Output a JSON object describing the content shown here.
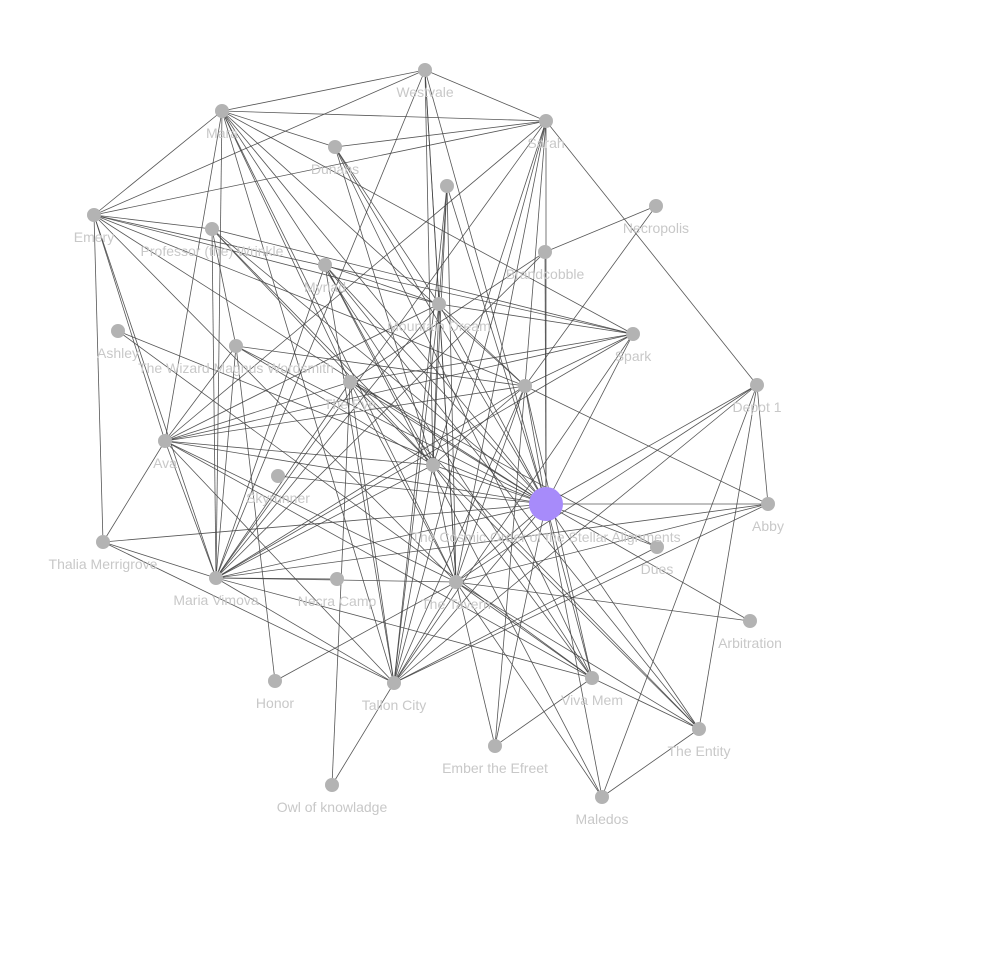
{
  "colors": {
    "node": "#b3b3b3",
    "focus_node": "#a78bfa",
    "edge": "#444444",
    "label": "#c8c8c8",
    "background": "#ffffff"
  },
  "focus_node_id": "center",
  "nodes": [
    {
      "id": "westvale",
      "label": "Westvale"
    },
    {
      "id": "mara",
      "label": "Mara"
    },
    {
      "id": "sarah",
      "label": "Sarah"
    },
    {
      "id": "dunans",
      "label": "Dunans"
    },
    {
      "id": "nameless",
      "label": ""
    },
    {
      "id": "necropolis",
      "label": "Necropolis"
    },
    {
      "id": "emery",
      "label": "Emery"
    },
    {
      "id": "professor",
      "label": "Professor (the) Wrinkle"
    },
    {
      "id": "cobblestone",
      "label": "Brandcobble"
    },
    {
      "id": "myriad",
      "label": "Myriad"
    },
    {
      "id": "mountain",
      "label": "Mountain Dream"
    },
    {
      "id": "spark",
      "label": "Spark"
    },
    {
      "id": "ashley",
      "label": "Ashley"
    },
    {
      "id": "wizard",
      "label": "The Wizard Magnus Wordsmith"
    },
    {
      "id": "theeye",
      "label": "The Eye"
    },
    {
      "id": "bob",
      "label": ""
    },
    {
      "id": "depot",
      "label": "Depot 1"
    },
    {
      "id": "ava",
      "label": "Ava"
    },
    {
      "id": "vane",
      "label": ""
    },
    {
      "id": "skyrunner",
      "label": "Skyrunner"
    },
    {
      "id": "center",
      "label": "The Cosmic Order of the Stellar Alignments"
    },
    {
      "id": "abby",
      "label": "Abby"
    },
    {
      "id": "thalia",
      "label": "Thalia Merrigrove"
    },
    {
      "id": "dues",
      "label": "Dues"
    },
    {
      "id": "maria",
      "label": "Maria Vimova"
    },
    {
      "id": "necracamp",
      "label": "Necra Camp"
    },
    {
      "id": "tavern",
      "label": "The Tavern"
    },
    {
      "id": "arbitration",
      "label": "Arbitration"
    },
    {
      "id": "honor",
      "label": "Honor"
    },
    {
      "id": "talloncity",
      "label": "Tallon City"
    },
    {
      "id": "vivamem",
      "label": "Viva Mem"
    },
    {
      "id": "entity",
      "label": "The Entity"
    },
    {
      "id": "ember",
      "label": "Ember the Efreet"
    },
    {
      "id": "owl",
      "label": "Owl of knowladge"
    },
    {
      "id": "maledos",
      "label": "Maledos"
    }
  ],
  "edges": [
    [
      "westvale",
      "mara"
    ],
    [
      "westvale",
      "sarah"
    ],
    [
      "westvale",
      "emery"
    ],
    [
      "westvale",
      "mountain"
    ],
    [
      "westvale",
      "tavern"
    ],
    [
      "westvale",
      "center"
    ],
    [
      "westvale",
      "vane"
    ],
    [
      "westvale",
      "maria"
    ],
    [
      "mara",
      "sarah"
    ],
    [
      "mara",
      "emery"
    ],
    [
      "mara",
      "ava"
    ],
    [
      "mara",
      "maria"
    ],
    [
      "mara",
      "talloncity"
    ],
    [
      "mara",
      "center"
    ],
    [
      "mara",
      "tavern"
    ],
    [
      "mara",
      "bob"
    ],
    [
      "mara",
      "spark"
    ],
    [
      "mara",
      "theeye"
    ],
    [
      "mara",
      "vivamem"
    ],
    [
      "mara",
      "dunans"
    ],
    [
      "sarah",
      "emery"
    ],
    [
      "sarah",
      "dunans"
    ],
    [
      "sarah",
      "ava"
    ],
    [
      "sarah",
      "maria"
    ],
    [
      "sarah",
      "tavern"
    ],
    [
      "sarah",
      "center"
    ],
    [
      "sarah",
      "talloncity"
    ],
    [
      "sarah",
      "bob"
    ],
    [
      "sarah",
      "vane"
    ],
    [
      "dunans",
      "mountain"
    ],
    [
      "dunans",
      "vane"
    ],
    [
      "dunans",
      "center"
    ],
    [
      "dunans",
      "vivamem"
    ],
    [
      "nameless",
      "mountain"
    ],
    [
      "nameless",
      "center"
    ],
    [
      "nameless",
      "tavern"
    ],
    [
      "nameless",
      "talloncity"
    ],
    [
      "nameless",
      "vane"
    ],
    [
      "necropolis",
      "cobblestone"
    ],
    [
      "necropolis",
      "bob"
    ],
    [
      "emery",
      "professor"
    ],
    [
      "emery",
      "ava"
    ],
    [
      "emery",
      "maria"
    ],
    [
      "emery",
      "bob"
    ],
    [
      "emery",
      "center"
    ],
    [
      "emery",
      "mountain"
    ],
    [
      "emery",
      "spark"
    ],
    [
      "emery",
      "thalia"
    ],
    [
      "emery",
      "tavern"
    ],
    [
      "professor",
      "wizard"
    ],
    [
      "professor",
      "vane"
    ],
    [
      "professor",
      "center"
    ],
    [
      "professor",
      "maria"
    ],
    [
      "professor",
      "spark"
    ],
    [
      "professor",
      "entity"
    ],
    [
      "cobblestone",
      "theeye"
    ],
    [
      "cobblestone",
      "center"
    ],
    [
      "cobblestone",
      "maria"
    ],
    [
      "myriad",
      "vane"
    ],
    [
      "myriad",
      "center"
    ],
    [
      "myriad",
      "mountain"
    ],
    [
      "myriad",
      "talloncity"
    ],
    [
      "myriad",
      "maria"
    ],
    [
      "myriad",
      "entity"
    ],
    [
      "myriad",
      "maledos"
    ],
    [
      "mountain",
      "spark"
    ],
    [
      "mountain",
      "vane"
    ],
    [
      "mountain",
      "center"
    ],
    [
      "mountain",
      "tavern"
    ],
    [
      "mountain",
      "maria"
    ],
    [
      "mountain",
      "ava"
    ],
    [
      "mountain",
      "talloncity"
    ],
    [
      "mountain",
      "bob"
    ],
    [
      "spark",
      "bob"
    ],
    [
      "spark",
      "ava"
    ],
    [
      "spark",
      "maria"
    ],
    [
      "spark",
      "theeye"
    ],
    [
      "spark",
      "talloncity"
    ],
    [
      "spark",
      "center"
    ],
    [
      "ashley",
      "center"
    ],
    [
      "ashley",
      "vivamem"
    ],
    [
      "wizard",
      "ava"
    ],
    [
      "wizard",
      "maria"
    ],
    [
      "wizard",
      "bob"
    ],
    [
      "wizard",
      "honor"
    ],
    [
      "wizard",
      "vane"
    ],
    [
      "wizard",
      "center"
    ],
    [
      "theeye",
      "ava"
    ],
    [
      "theeye",
      "maria"
    ],
    [
      "theeye",
      "tavern"
    ],
    [
      "theeye",
      "dues"
    ],
    [
      "theeye",
      "center"
    ],
    [
      "theeye",
      "talloncity"
    ],
    [
      "theeye",
      "vane"
    ],
    [
      "theeye",
      "owl"
    ],
    [
      "bob",
      "maria"
    ],
    [
      "bob",
      "ava"
    ],
    [
      "bob",
      "vane"
    ],
    [
      "bob",
      "center"
    ],
    [
      "bob",
      "talloncity"
    ],
    [
      "bob",
      "ember"
    ],
    [
      "bob",
      "abby"
    ],
    [
      "bob",
      "tavern"
    ],
    [
      "bob",
      "vivamem"
    ],
    [
      "depot",
      "center"
    ],
    [
      "depot",
      "abby"
    ],
    [
      "depot",
      "tavern"
    ],
    [
      "depot",
      "entity"
    ],
    [
      "depot",
      "sarah"
    ],
    [
      "depot",
      "talloncity"
    ],
    [
      "depot",
      "maledos"
    ],
    [
      "ava",
      "maria"
    ],
    [
      "ava",
      "center"
    ],
    [
      "ava",
      "vane"
    ],
    [
      "ava",
      "tavern"
    ],
    [
      "ava",
      "thalia"
    ],
    [
      "ava",
      "talloncity"
    ],
    [
      "ava",
      "vivamem"
    ],
    [
      "vane",
      "maria"
    ],
    [
      "vane",
      "tavern"
    ],
    [
      "vane",
      "talloncity"
    ],
    [
      "vane",
      "center"
    ],
    [
      "vane",
      "vivamem"
    ],
    [
      "vane",
      "entity"
    ],
    [
      "skyrunner",
      "center"
    ],
    [
      "center",
      "maria"
    ],
    [
      "center",
      "tavern"
    ],
    [
      "center",
      "abby"
    ],
    [
      "center",
      "dues"
    ],
    [
      "center",
      "talloncity"
    ],
    [
      "center",
      "vivamem"
    ],
    [
      "center",
      "entity"
    ],
    [
      "center",
      "ember"
    ],
    [
      "center",
      "maledos"
    ],
    [
      "center",
      "thalia"
    ],
    [
      "center",
      "arbitration"
    ],
    [
      "thalia",
      "maria"
    ],
    [
      "thalia",
      "talloncity"
    ],
    [
      "maria",
      "tavern"
    ],
    [
      "maria",
      "talloncity"
    ],
    [
      "maria",
      "necracamp"
    ],
    [
      "maria",
      "vivamem"
    ],
    [
      "maria",
      "abby"
    ],
    [
      "tavern",
      "talloncity"
    ],
    [
      "tavern",
      "vivamem"
    ],
    [
      "tavern",
      "entity"
    ],
    [
      "tavern",
      "ember"
    ],
    [
      "tavern",
      "arbitration"
    ],
    [
      "tavern",
      "abby"
    ],
    [
      "tavern",
      "honor"
    ],
    [
      "tavern",
      "maledos"
    ],
    [
      "talloncity",
      "owl"
    ],
    [
      "talloncity",
      "abby"
    ],
    [
      "talloncity",
      "dues"
    ],
    [
      "vivamem",
      "entity"
    ],
    [
      "vivamem",
      "ember"
    ],
    [
      "entity",
      "maledos"
    ]
  ]
}
